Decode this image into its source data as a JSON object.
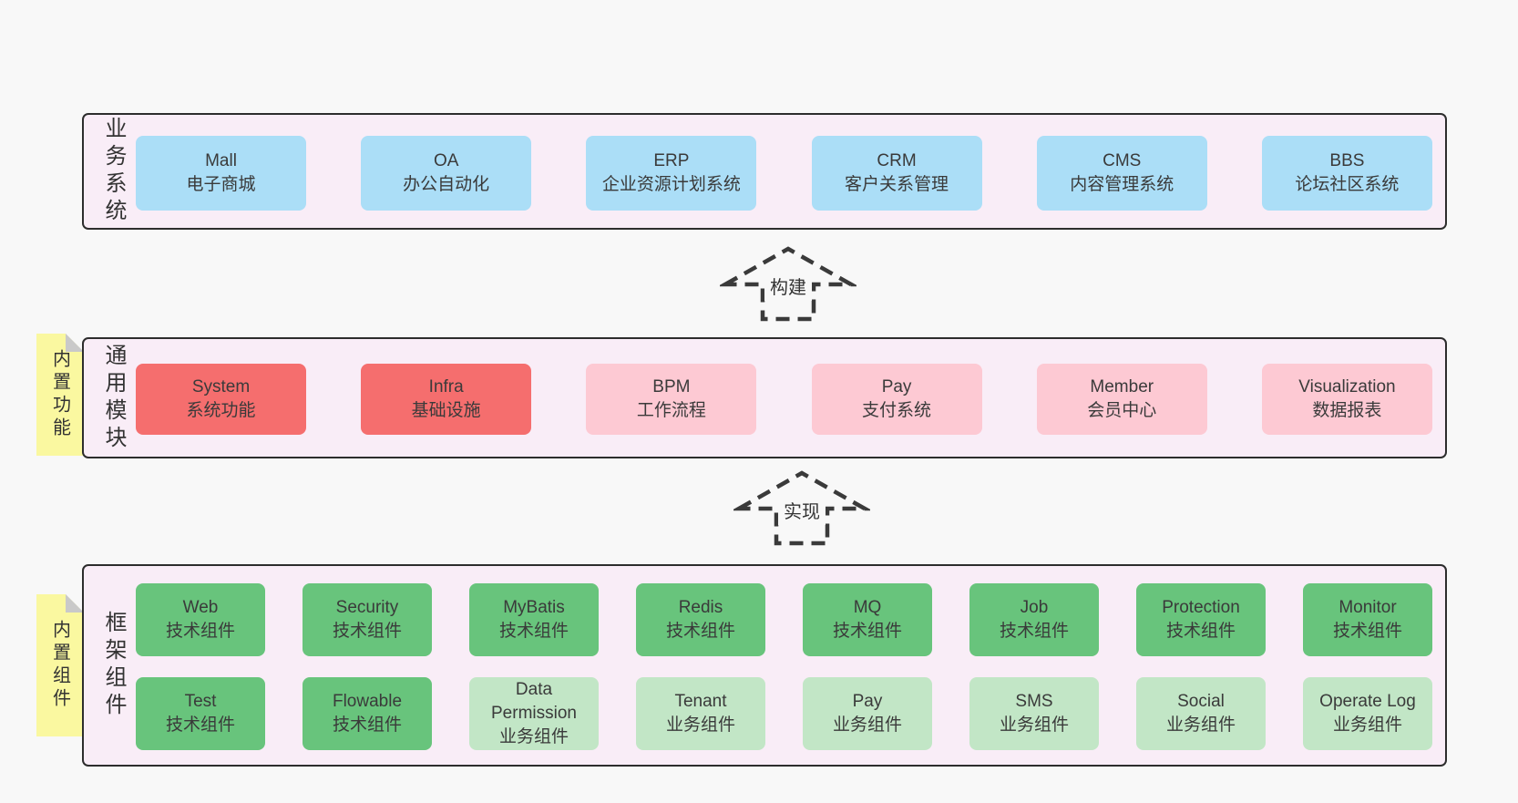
{
  "business": {
    "label": "业务系统",
    "items": [
      {
        "title": "Mall",
        "subtitle": "电子商城"
      },
      {
        "title": "OA",
        "subtitle": "办公自动化"
      },
      {
        "title": "ERP",
        "subtitle": "企业资源计划系统"
      },
      {
        "title": "CRM",
        "subtitle": "客户关系管理"
      },
      {
        "title": "CMS",
        "subtitle": "内容管理系统"
      },
      {
        "title": "BBS",
        "subtitle": "论坛社区系统"
      }
    ]
  },
  "arrows": [
    {
      "label": "构建"
    },
    {
      "label": "实现"
    }
  ],
  "modules": {
    "tab": "内置功能",
    "label": "通用模块",
    "items": [
      {
        "title": "System",
        "subtitle": "系统功能",
        "type": "core"
      },
      {
        "title": "Infra",
        "subtitle": "基础设施",
        "type": "core"
      },
      {
        "title": "BPM",
        "subtitle": "工作流程",
        "type": "optional"
      },
      {
        "title": "Pay",
        "subtitle": "支付系统",
        "type": "optional"
      },
      {
        "title": "Member",
        "subtitle": "会员中心",
        "type": "optional"
      },
      {
        "title": "Visualization",
        "subtitle": "数据报表",
        "type": "optional"
      }
    ]
  },
  "components": {
    "tab": "内置组件",
    "label": "框架组件",
    "rows": [
      [
        {
          "title": "Web",
          "subtitle": "技术组件",
          "type": "tech"
        },
        {
          "title": "Security",
          "subtitle": "技术组件",
          "type": "tech"
        },
        {
          "title": "MyBatis",
          "subtitle": "技术组件",
          "type": "tech"
        },
        {
          "title": "Redis",
          "subtitle": "技术组件",
          "type": "tech"
        },
        {
          "title": "MQ",
          "subtitle": "技术组件",
          "type": "tech"
        },
        {
          "title": "Job",
          "subtitle": "技术组件",
          "type": "tech"
        },
        {
          "title": "Protection",
          "subtitle": "技术组件",
          "type": "tech"
        },
        {
          "title": "Monitor",
          "subtitle": "技术组件",
          "type": "tech"
        }
      ],
      [
        {
          "title": "Test",
          "subtitle": "技术组件",
          "type": "tech"
        },
        {
          "title": "Flowable",
          "subtitle": "技术组件",
          "type": "tech"
        },
        {
          "title": "Data Permission",
          "subtitle": "业务组件",
          "type": "biz"
        },
        {
          "title": "Tenant",
          "subtitle": "业务组件",
          "type": "biz"
        },
        {
          "title": "Pay",
          "subtitle": "业务组件",
          "type": "biz"
        },
        {
          "title": "SMS",
          "subtitle": "业务组件",
          "type": "biz"
        },
        {
          "title": "Social",
          "subtitle": "业务组件",
          "type": "biz"
        },
        {
          "title": "Operate Log",
          "subtitle": "业务组件",
          "type": "biz"
        }
      ]
    ]
  },
  "colors": {
    "page_bg": "#f8f8f8",
    "panel_bg": "#f9edf7",
    "panel_border": "#2d2d2d",
    "business_box": "#abdef7",
    "core_module_box": "#f56e6e",
    "optional_module_box": "#fdc9d3",
    "tech_component_box": "#68c47c",
    "biz_component_box": "#c2e6c6",
    "tab_bg": "#faf8a0",
    "tab_fold": "#c9c9c9",
    "arrow_stroke": "#3a3a3a",
    "text": "#3a3a3a"
  }
}
